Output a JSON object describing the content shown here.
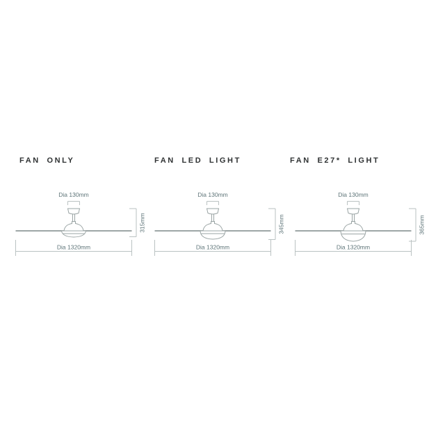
{
  "page": {
    "background_color": "#ffffff",
    "title_color": "#2f3233",
    "dimension_text_color": "#5e7478",
    "drawing_line_color": "#9aa4a4",
    "dimension_line_color": "#bac2c2"
  },
  "diagrams": [
    {
      "id": "fan-only",
      "title": "FAN ONLY",
      "canopy_dia_label": "Dia 130mm",
      "blade_dia_label": "Dia 1320mm",
      "height_label": "315mm"
    },
    {
      "id": "fan-led-light",
      "title": "FAN LED LIGHT",
      "canopy_dia_label": "Dia 130mm",
      "blade_dia_label": "Dia 1320mm",
      "height_label": "345mm"
    },
    {
      "id": "fan-e27-light",
      "title": "FAN E27* LIGHT",
      "canopy_dia_label": "Dia 130mm",
      "blade_dia_label": "Dia 1320mm",
      "height_label": "365mm"
    }
  ]
}
